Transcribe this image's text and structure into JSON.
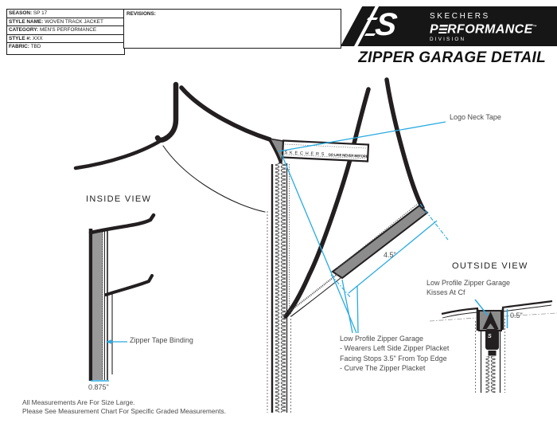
{
  "meta": {
    "rows": [
      {
        "label": "SEASON:",
        "value": "SP 17"
      },
      {
        "label": "STYLE NAME:",
        "value": "WOVEN TRACK JACKET"
      },
      {
        "label": "CATEGORY:",
        "value": "MEN'S PERFORMANCE"
      },
      {
        "label": "STYLE #:",
        "value": "XXX"
      },
      {
        "label": "FABRIC:",
        "value": "TBD"
      }
    ]
  },
  "revisions": {
    "label": "REVISIONS:"
  },
  "brand": {
    "s_logo": "S",
    "skechers": "SKECHERS",
    "perf_p": "P",
    "perf_rest": "RFORMANCE",
    "tm": "™",
    "division": "DIVISION"
  },
  "title": "ZIPPER GARAGE DETAIL",
  "views": {
    "inside": "INSIDE VIEW",
    "outside": "OUTSIDE VIEW"
  },
  "neck_tape": {
    "brand": "S K E C H E R S",
    "slogan": "GO LIKE NEVER BEFORE"
  },
  "annotations": {
    "logo_neck_tape": "Logo Neck Tape",
    "zipper_tape_binding": "Zipper Tape Binding",
    "outside_note_line1": "Low Profile Zipper Garage",
    "outside_note_line2": "Kisses At Cf",
    "garage_note_line1": "Low Profile Zipper Garage",
    "garage_note_line2": "-  Wearers Left Side Zipper Placket",
    "garage_note_line3": "Facing Stops 3.5\" From Top Edge",
    "garage_note_line4": "-  Curve The Zipper Placket",
    "slider_s": "S"
  },
  "dimensions": {
    "binding_width": "0.875\"",
    "placket_length": "4.5\"",
    "garage_height": "0.5\""
  },
  "footer": {
    "line1": "All Measurements Are For Size Large.",
    "line2": "Please See Measurement Chart For Specific Graded Measurements."
  },
  "colors": {
    "annotation": "#29ABE2",
    "ink": "#231F20",
    "gray_fill": "#8C8C8C"
  }
}
